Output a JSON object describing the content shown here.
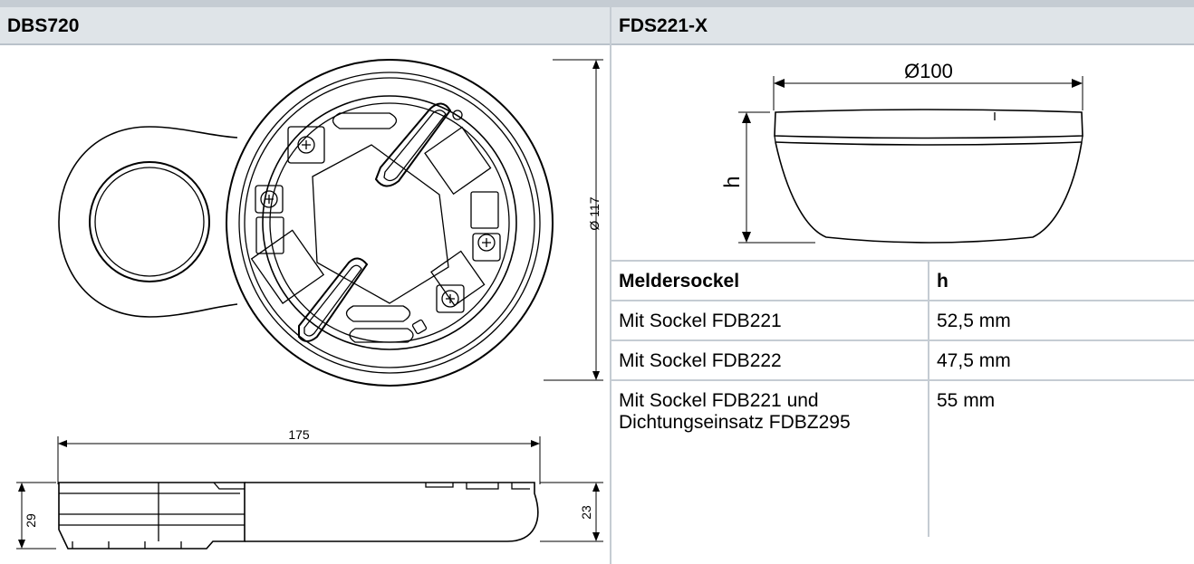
{
  "left_panel": {
    "title": "DBS720",
    "dims": {
      "diameter": "Ø 117",
      "width": "175",
      "height_left": "29",
      "height_right": "23"
    }
  },
  "right_panel": {
    "title": "FDS221-X",
    "dims": {
      "diameter": "Ø100",
      "h": "h"
    },
    "table": {
      "headers": [
        "Meldersockel",
        "h"
      ],
      "rows": [
        [
          "Mit Sockel FDB221",
          "52,5 mm"
        ],
        [
          "Mit Sockel FDB222",
          "47,5 mm"
        ],
        [
          "Mit Sockel FDB221 und\nDichtungseinsatz FDBZ295",
          "55 mm"
        ]
      ]
    }
  }
}
